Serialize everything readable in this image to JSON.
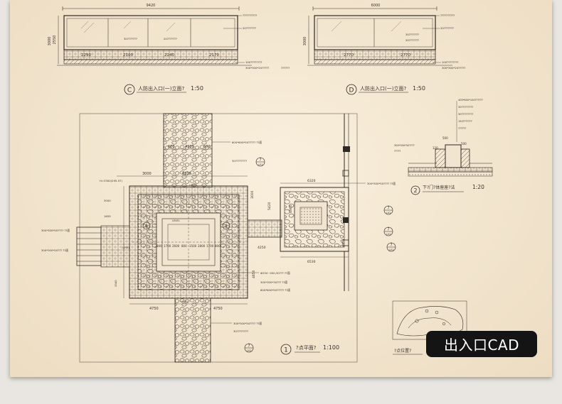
{
  "badge": {
    "label": "出入口CAD"
  },
  "elevation_c": {
    "marker": "C",
    "title": "人防出入口(一)立面?",
    "scale": "1:50",
    "total_width": "9420",
    "height_dim": "2550",
    "segments": [
      "2290",
      "2100",
      "2240",
      "2170"
    ],
    "notes": [
      "??????????",
      "20???????",
      "30???????",
      "20???????",
      "100????????",
      "300*300*20?????",
      "??????"
    ]
  },
  "elevation_d": {
    "marker": "D",
    "title": "人防出入口(一)立面?",
    "scale": "1:50",
    "total_width": "6000",
    "height_dim": "3000",
    "segments": [
      "2770",
      "2770"
    ],
    "notes": [
      "??????????",
      "20???????",
      "30???????",
      "20???????",
      "100????????",
      "300*300*20?????"
    ]
  },
  "detail_2": {
    "marker": "2",
    "title": "下?门?体座座?法",
    "scale": "1:20",
    "notes": [
      "300*300*50????",
      "?????",
      "400*600*100??????",
      "30?????????",
      "30?????????",
      "150???????",
      "??????"
    ],
    "dims": [
      "500",
      "500",
      "120"
    ]
  },
  "plan_1": {
    "marker": "1",
    "title": "?点平面?",
    "scale": "1:100",
    "top_dims": [
      "600",
      "4300",
      "600"
    ],
    "left_dims": [
      "3000",
      "6200"
    ],
    "bottom_dims": [
      "4750",
      "4750"
    ],
    "core_dims": [
      "800",
      "1700",
      "2600",
      "800",
      "1500",
      "2800",
      "1700",
      "800"
    ],
    "right_notes": [
      "600*600*50?????  ??面",
      "30????????",
      "300*300*50????  ??面",
      "Φ250~450,30???  ??面",
      "300*300*30???  ??面",
      "600*600*50?????  ??面",
      "300*300*50????  ??面",
      "30????????"
    ],
    "left_notes": [
      "300*300*50????  ??面",
      "300*300*50???  ??面",
      "H=3300(295.57)",
      "1655",
      "3000",
      "3340"
    ],
    "annex_dims": [
      "6320",
      "6530",
      "3000",
      "4900",
      "4250",
      "5420",
      "4650"
    ],
    "callouts": [
      {
        "num": "7",
        "ref": "J-01"
      },
      {
        "num": "7",
        "ref": "J-01"
      },
      {
        "num": "7",
        "ref": "J-01"
      },
      {
        "num": "7",
        "ref": "J-01"
      },
      {
        "num": "7",
        "ref": "J-01"
      }
    ],
    "levels": [
      "LEVEL",
      "LEVEL",
      "LEVEL",
      "LEVEL"
    ]
  },
  "key_plan": {
    "title": "?点位置?"
  }
}
